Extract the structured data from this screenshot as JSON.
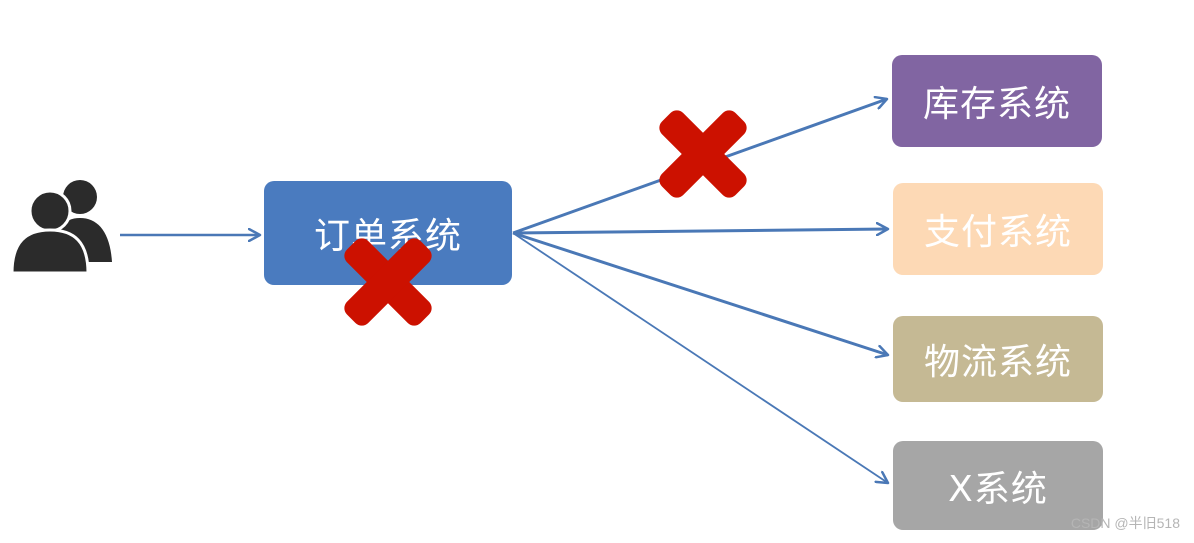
{
  "nodes": {
    "order": {
      "label": "订单系统",
      "color": "#4a7bbf"
    },
    "inventory": {
      "label": "库存系统",
      "color": "#8165a2"
    },
    "payment": {
      "label": "支付系统",
      "color": "#fdd9b5"
    },
    "logistics": {
      "label": "物流系统",
      "color": "#c5b994"
    },
    "x": {
      "label": "X系统",
      "color": "#a6a6a6"
    }
  },
  "icons": {
    "users": "users-icon",
    "failure": "red-cross-icon"
  },
  "colors": {
    "arrow": "#4a78b6",
    "failure": "#cc1100",
    "users": "#2b2b2b"
  },
  "watermark": "CSDN @半旧518"
}
